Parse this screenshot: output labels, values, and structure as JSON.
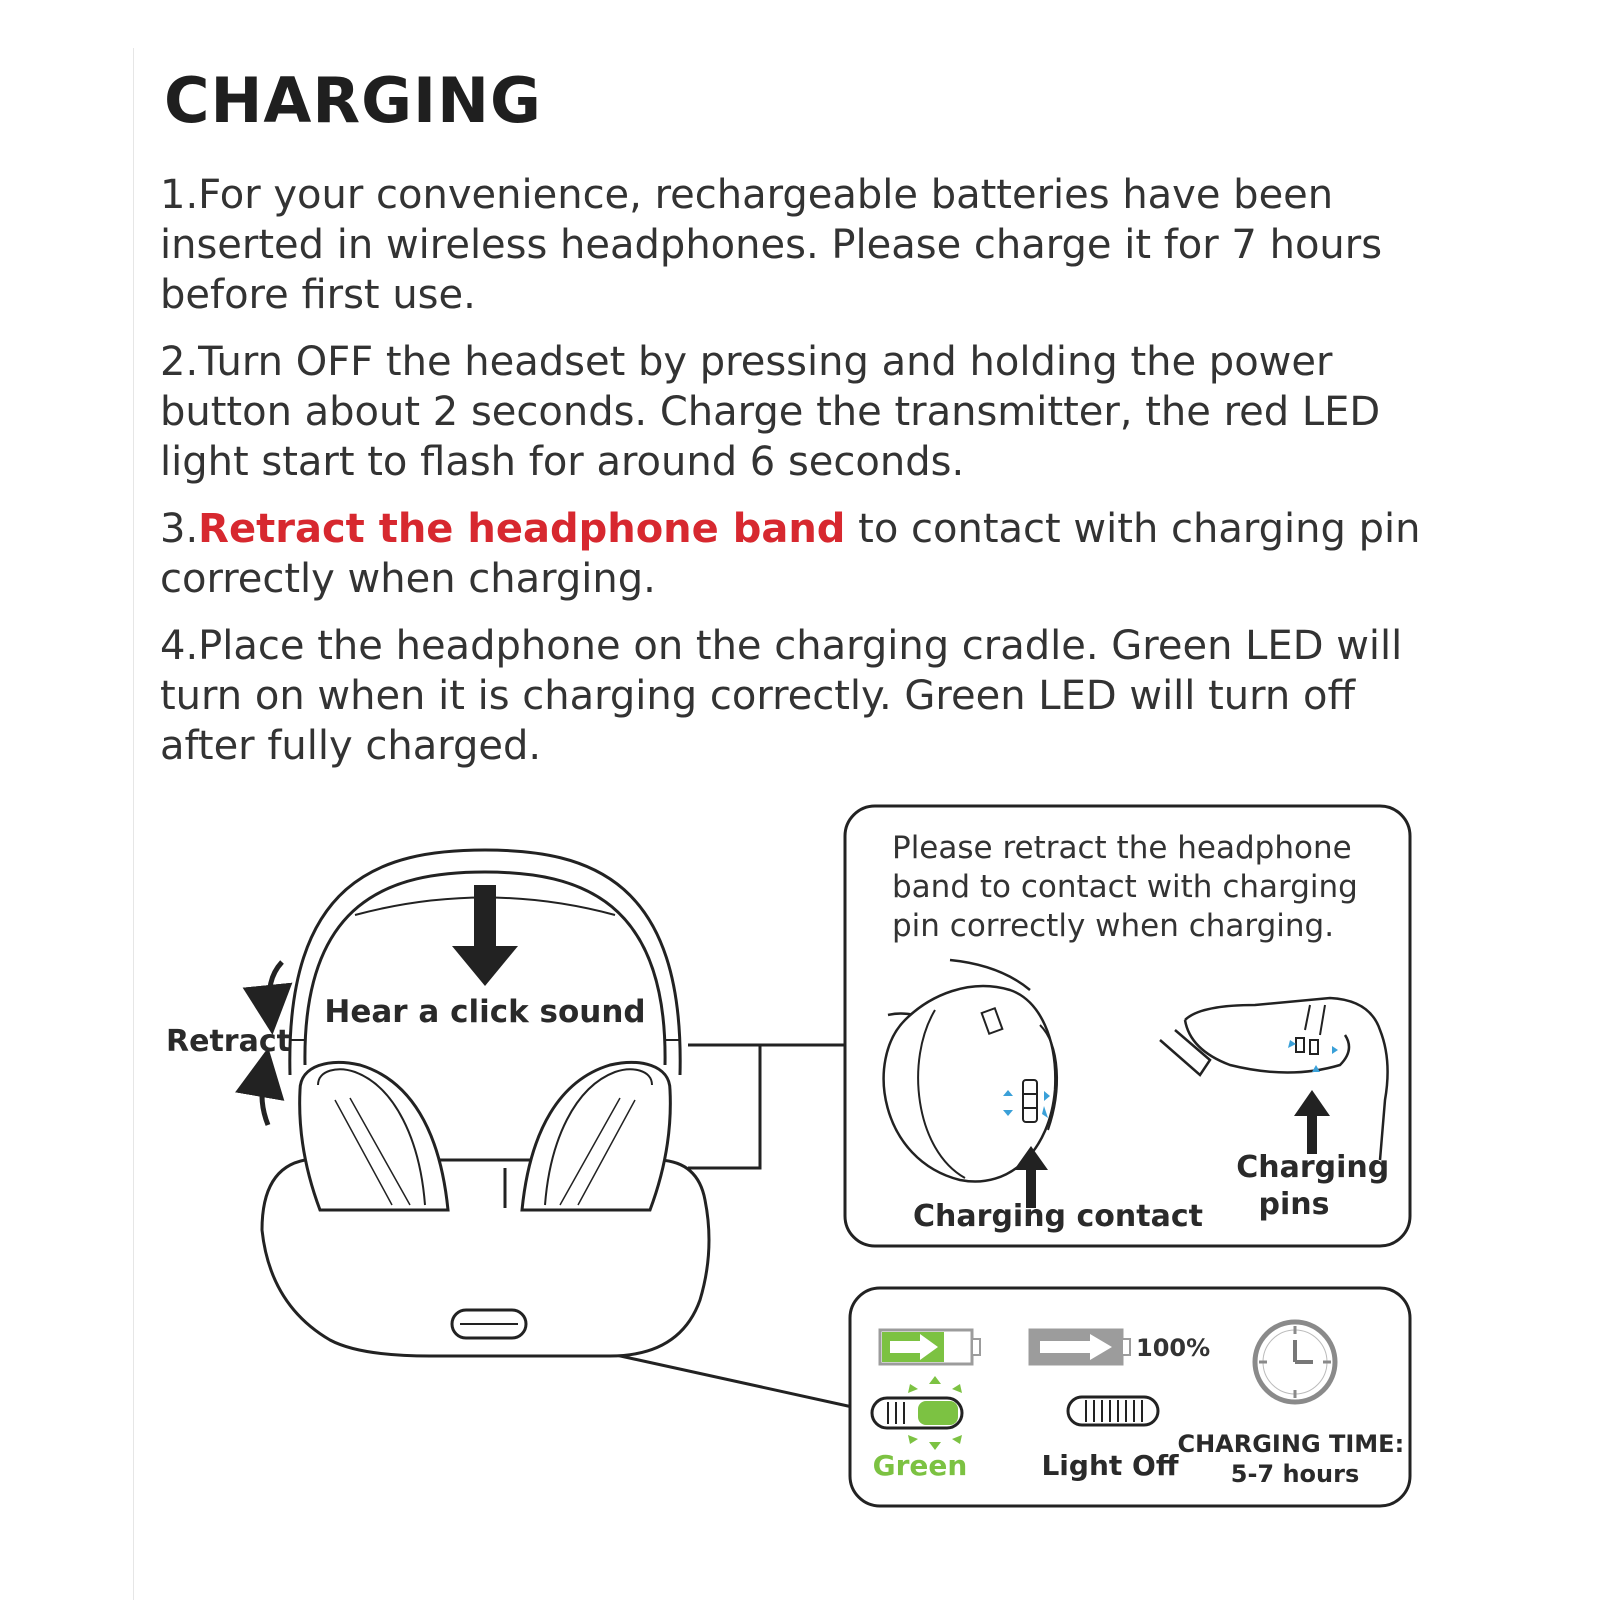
{
  "header": {
    "title": "CHARGING"
  },
  "steps": [
    {
      "number": "1.",
      "text": "For your convenience, rechargeable batteries have been inserted in wireless headphones. Please charge it for 7 hours before first use."
    },
    {
      "number": "2.",
      "text": "Turn OFF the headset by pressing and holding the power button about 2 seconds. Charge the transmitter, the red LED light start to flash for around 6 seconds."
    },
    {
      "number": "3.",
      "highlight": "Retract the headphone band",
      "text": " to contact with charging pin correctly when charging."
    },
    {
      "number": "4.",
      "text": "Place the headphone on the charging cradle. Green LED will turn on when it is charging correctly. Green LED will turn off after fully charged."
    }
  ],
  "diagram": {
    "retract_label": "Retract",
    "click_label": "Hear a click sound",
    "note_lines": [
      "Please retract the headphone",
      "band to contact with charging",
      "pin correctly when charging."
    ],
    "charging_contact_label": "Charging contact",
    "charging_pins_lines": [
      "Charging",
      "pins"
    ],
    "status": {
      "green_label": "Green",
      "light_off_label": "Light Off",
      "full_label": "100%",
      "time_lines": [
        "CHARGING TIME:",
        "5-7 hours"
      ]
    }
  },
  "colors": {
    "accent_red": "#d7282f",
    "led_green": "#7cc242",
    "ink": "#2a2a2a",
    "battery_gray": "#9c9c9c"
  }
}
